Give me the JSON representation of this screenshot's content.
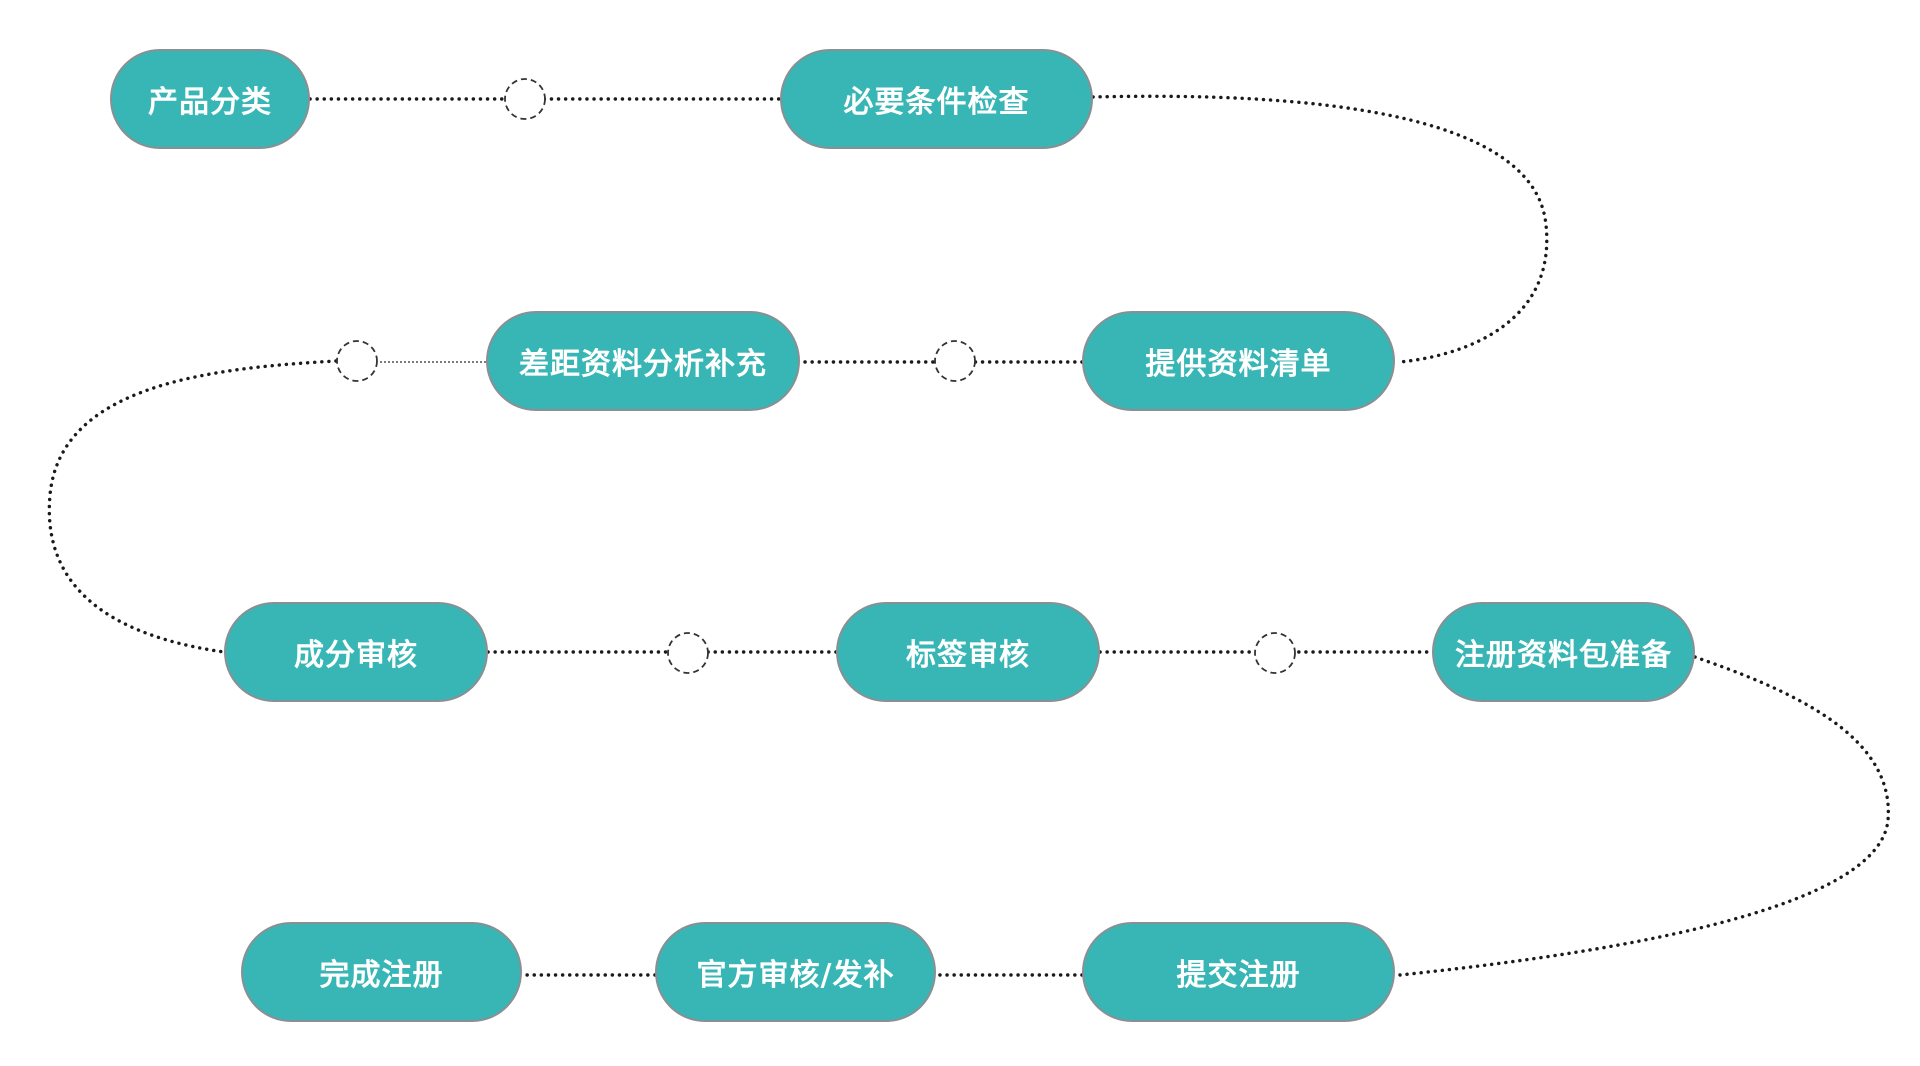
{
  "nodes": [
    {
      "id": "n1",
      "label": "产品分类"
    },
    {
      "id": "n2",
      "label": "必要条件检查"
    },
    {
      "id": "n3",
      "label": "提供资料清单"
    },
    {
      "id": "n4",
      "label": "差距资料分析补充"
    },
    {
      "id": "n5",
      "label": "成分审核"
    },
    {
      "id": "n6",
      "label": "标签审核"
    },
    {
      "id": "n7",
      "label": "注册资料包准备"
    },
    {
      "id": "n8",
      "label": "提交注册"
    },
    {
      "id": "n9",
      "label": "官方审核/发补"
    },
    {
      "id": "n10",
      "label": "完成注册"
    }
  ],
  "edges": [
    {
      "from": "n1",
      "to": "n2"
    },
    {
      "from": "n2",
      "to": "n3"
    },
    {
      "from": "n3",
      "to": "n4"
    },
    {
      "from": "n4",
      "to": "n5"
    },
    {
      "from": "n5",
      "to": "n6"
    },
    {
      "from": "n6",
      "to": "n7"
    },
    {
      "from": "n7",
      "to": "n8"
    },
    {
      "from": "n8",
      "to": "n9"
    },
    {
      "from": "n9",
      "to": "n10"
    }
  ],
  "colors": {
    "node_fill": "#38b6b6",
    "node_border": "#8a8f93",
    "node_text": "#ffffff",
    "connector": "#1a1a1a"
  }
}
